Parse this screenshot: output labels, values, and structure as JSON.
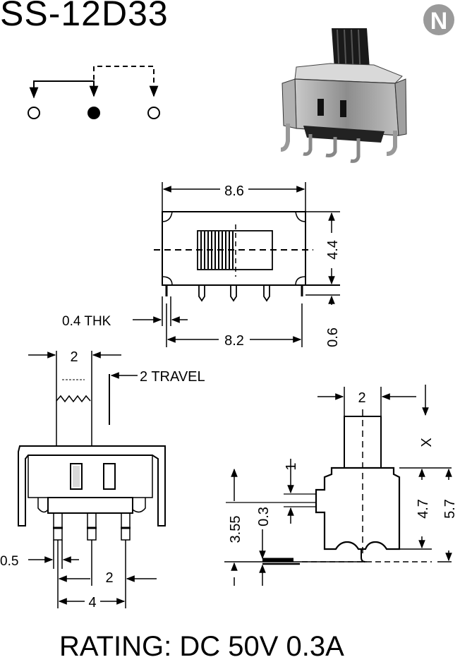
{
  "title": "SS-12D33",
  "logo": {
    "letter": "N",
    "fill": "#9a9a9a"
  },
  "dimensions": {
    "top_width": "8.6",
    "height": "4.4",
    "thickness": "0.4 THK",
    "lead_offset": "0.6",
    "pin_span": "8.2",
    "actuator_width_side": "2",
    "travel": "2 TRAVEL",
    "pin_width": "0.5",
    "pin_pitch": "2",
    "pin_span_side": "4",
    "actuator_width_end": "2",
    "actuator_height": "X",
    "dim_1": "1",
    "dim_355": "3.55",
    "dim_03": "0.3",
    "dim_47": "4.7",
    "dim_57": "5.7"
  },
  "rating": "RATING: DC 50V 0.3A"
}
